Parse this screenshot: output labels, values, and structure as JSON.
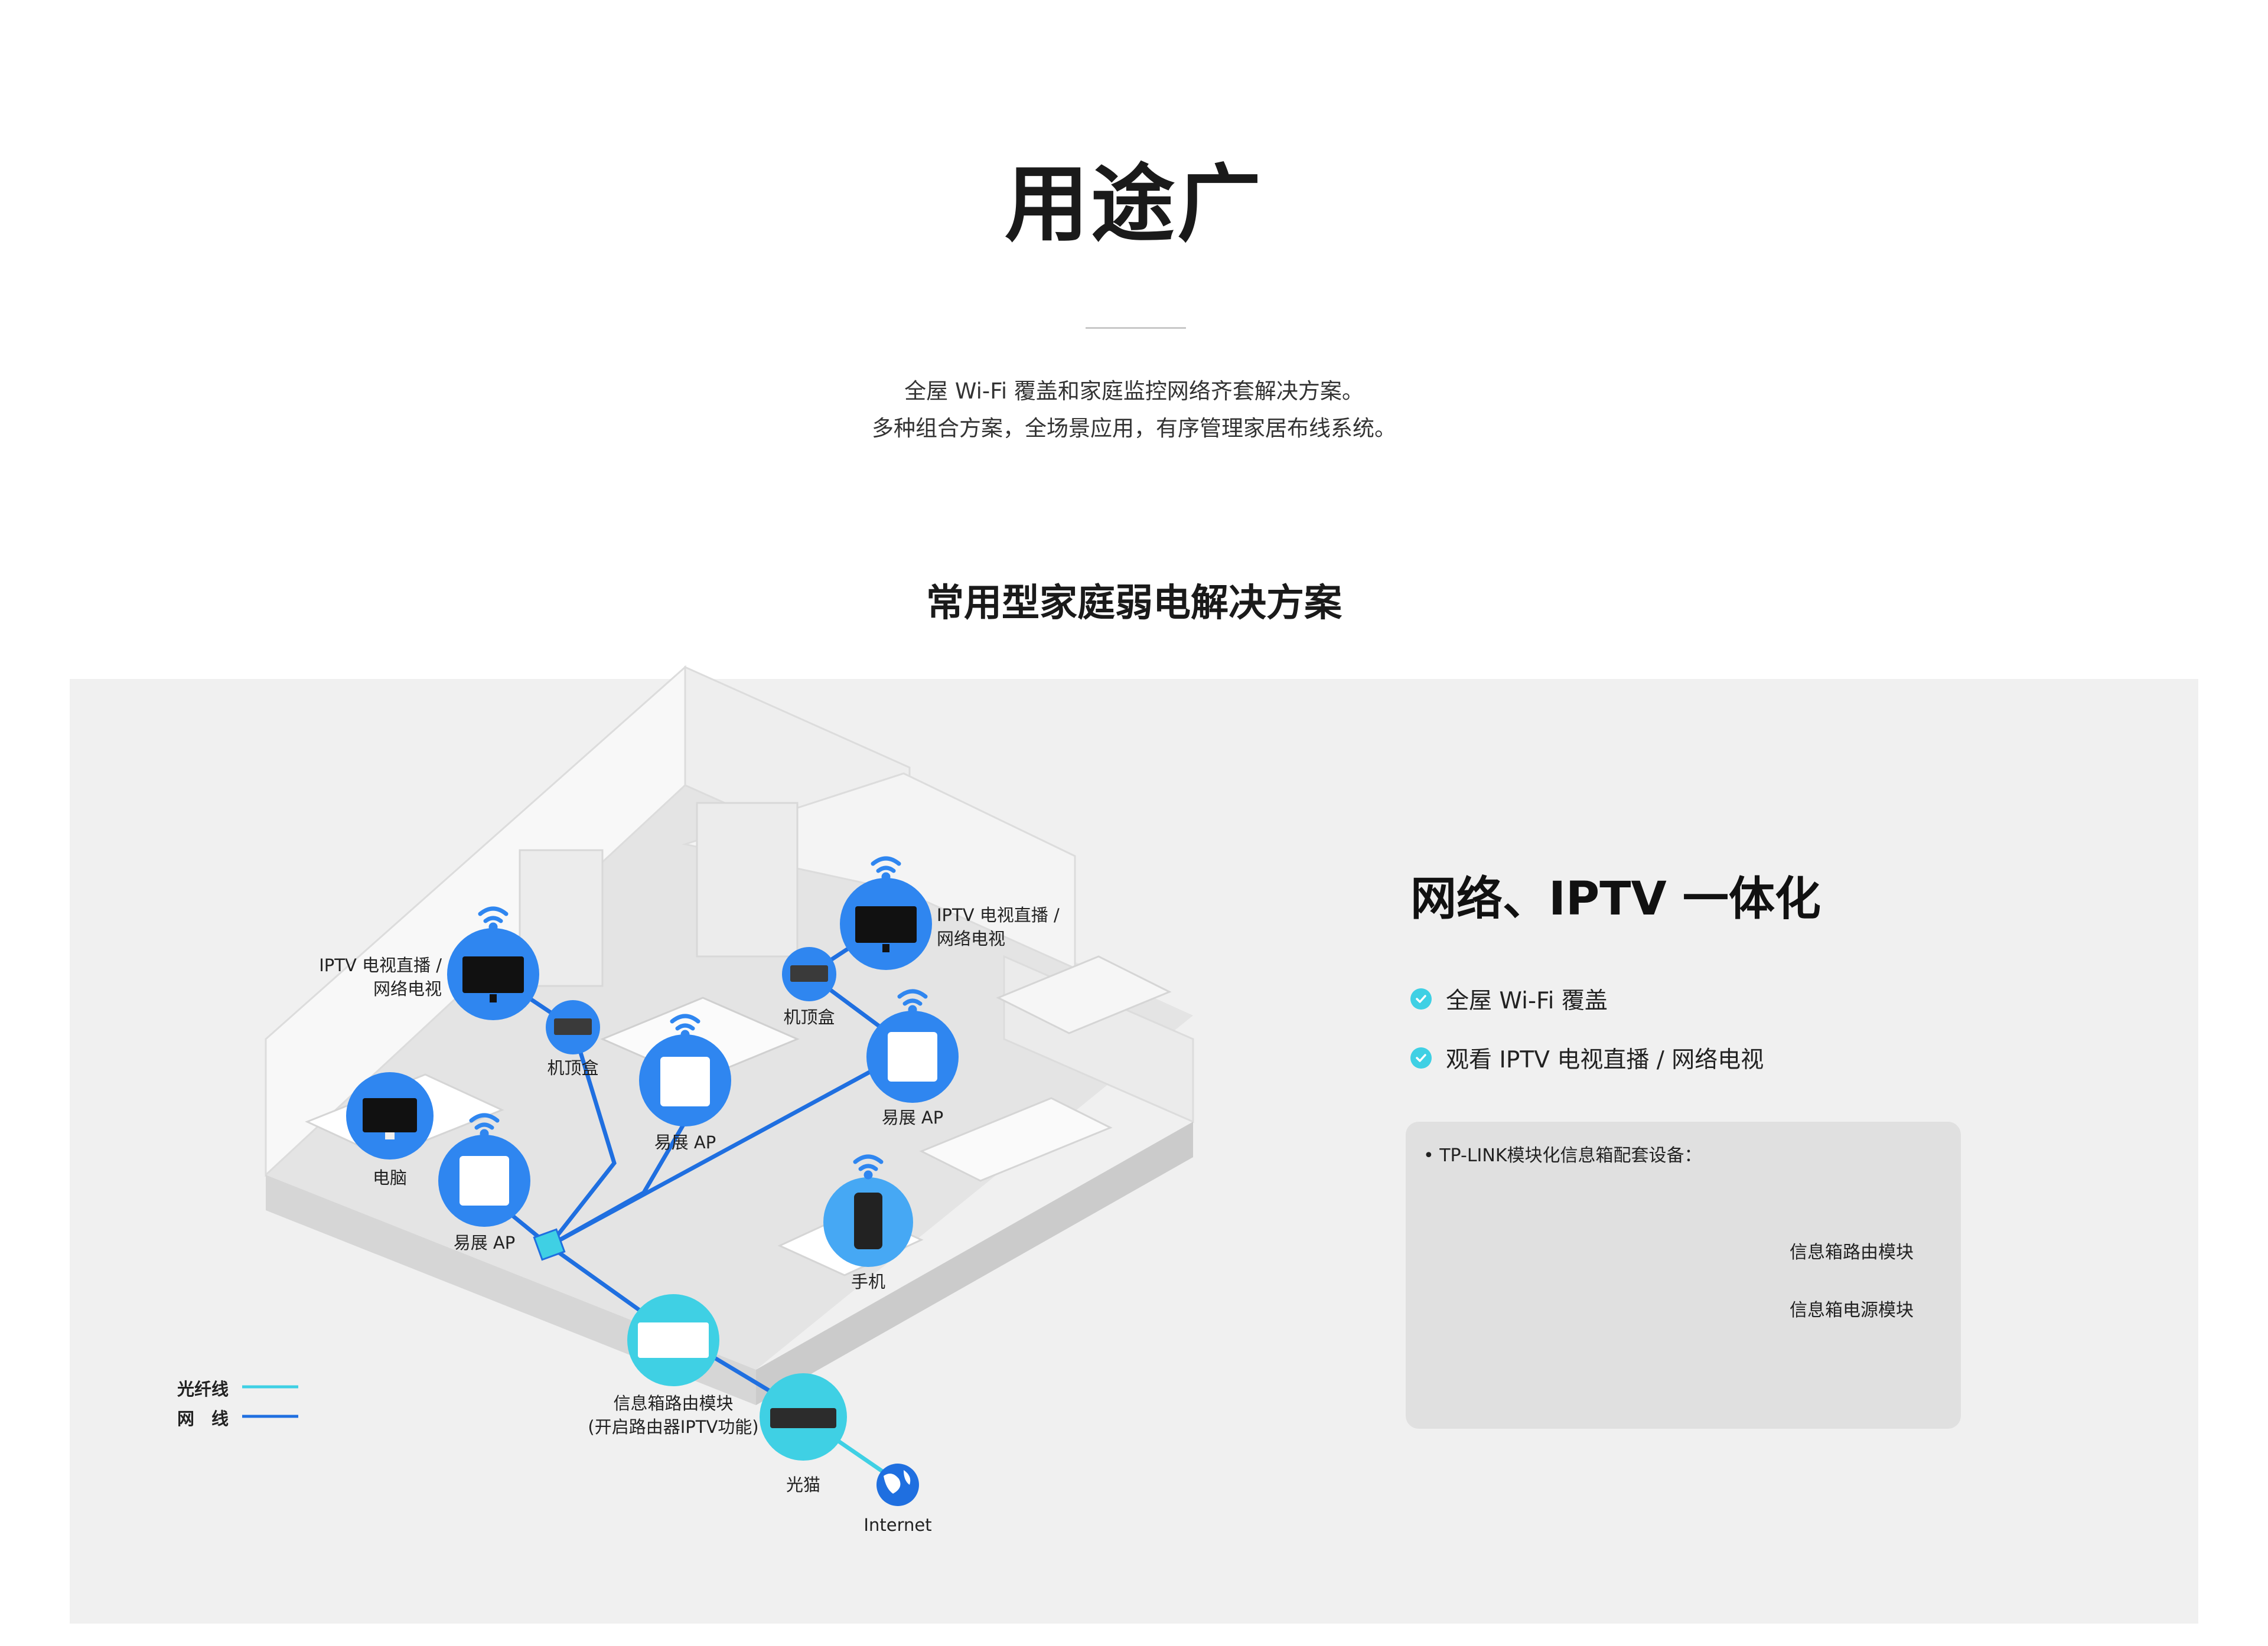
{
  "header": {
    "title": "用途广",
    "subtitle_line1": "全屋 Wi-Fi 覆盖和家庭监控网络齐套解决方案。",
    "subtitle_line2": "多种组合方案，全场景应用，有序管理家居布线系统。"
  },
  "section": {
    "title": "常用型家庭弱电解决方案"
  },
  "diagram": {
    "labels": {
      "iptv_left": "IPTV 电视直播 /",
      "iptv_left_2": "网络电视",
      "stb_left": "机顶盒",
      "ap_center": "易展 AP",
      "pc": "电脑",
      "ap_left": "易展 AP",
      "iptv_right": "IPTV 电视直播 /",
      "iptv_right_2": "网络电视",
      "stb_right": "机顶盒",
      "ap_right": "易展 AP",
      "phone": "手机",
      "router_module": "信息箱路由模块",
      "router_module_note": "(开启路由器IPTV功能)",
      "modem": "光猫",
      "internet": "Internet"
    },
    "legend": {
      "fiber": "光纤线",
      "cable": "网　线",
      "fiber_color": "#3fd0e4",
      "cable_color": "#1f6fe0"
    },
    "accent_color": "#2f86f0"
  },
  "features": {
    "title": "网络、IPTV 一体化",
    "items": [
      "全屋 Wi-Fi 覆盖",
      "观看 IPTV 电视直播 / 网络电视"
    ],
    "check_color": "#3fd0e4"
  },
  "equipment": {
    "heading": "TP-LINK模块化信息箱配套设备：",
    "router_label": "信息箱路由模块",
    "power_label": "信息箱电源模块"
  }
}
